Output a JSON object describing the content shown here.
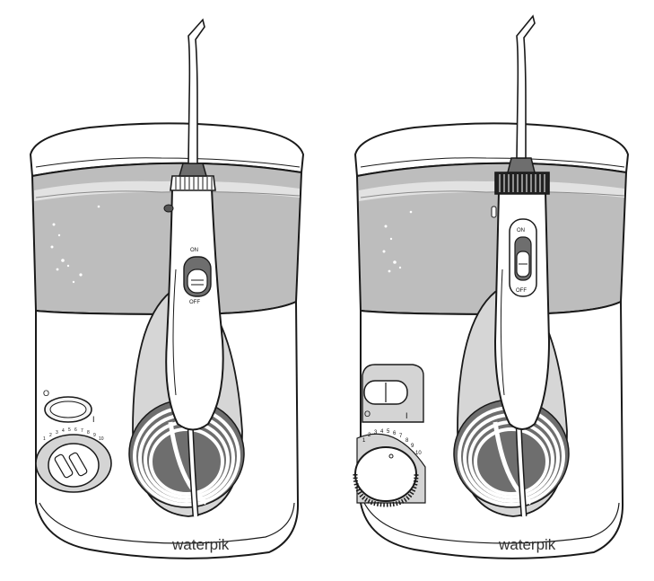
{
  "brand": "waterpik",
  "left_unit": {
    "handle_switch_on": "ON",
    "handle_switch_off": "OFF",
    "power_off_mark": "O",
    "power_on_mark": "I",
    "dial_scale": [
      "1",
      "2",
      "3",
      "4",
      "5",
      "6",
      "7",
      "8",
      "9",
      "10"
    ]
  },
  "right_unit": {
    "handle_switch_on": "ON",
    "handle_switch_off": "OFF",
    "power_off_mark": "O",
    "power_on_mark": "I",
    "dial_scale": [
      "1",
      "2",
      "3",
      "4",
      "5",
      "6",
      "7",
      "8",
      "9",
      "10"
    ]
  },
  "colors": {
    "outline": "#1a1a1a",
    "water": "#b8b8b8",
    "water_dark": "#9a9a9a",
    "body": "#ffffff",
    "shade": "#d4d4d4",
    "dark_shade": "#6e6e6e"
  }
}
